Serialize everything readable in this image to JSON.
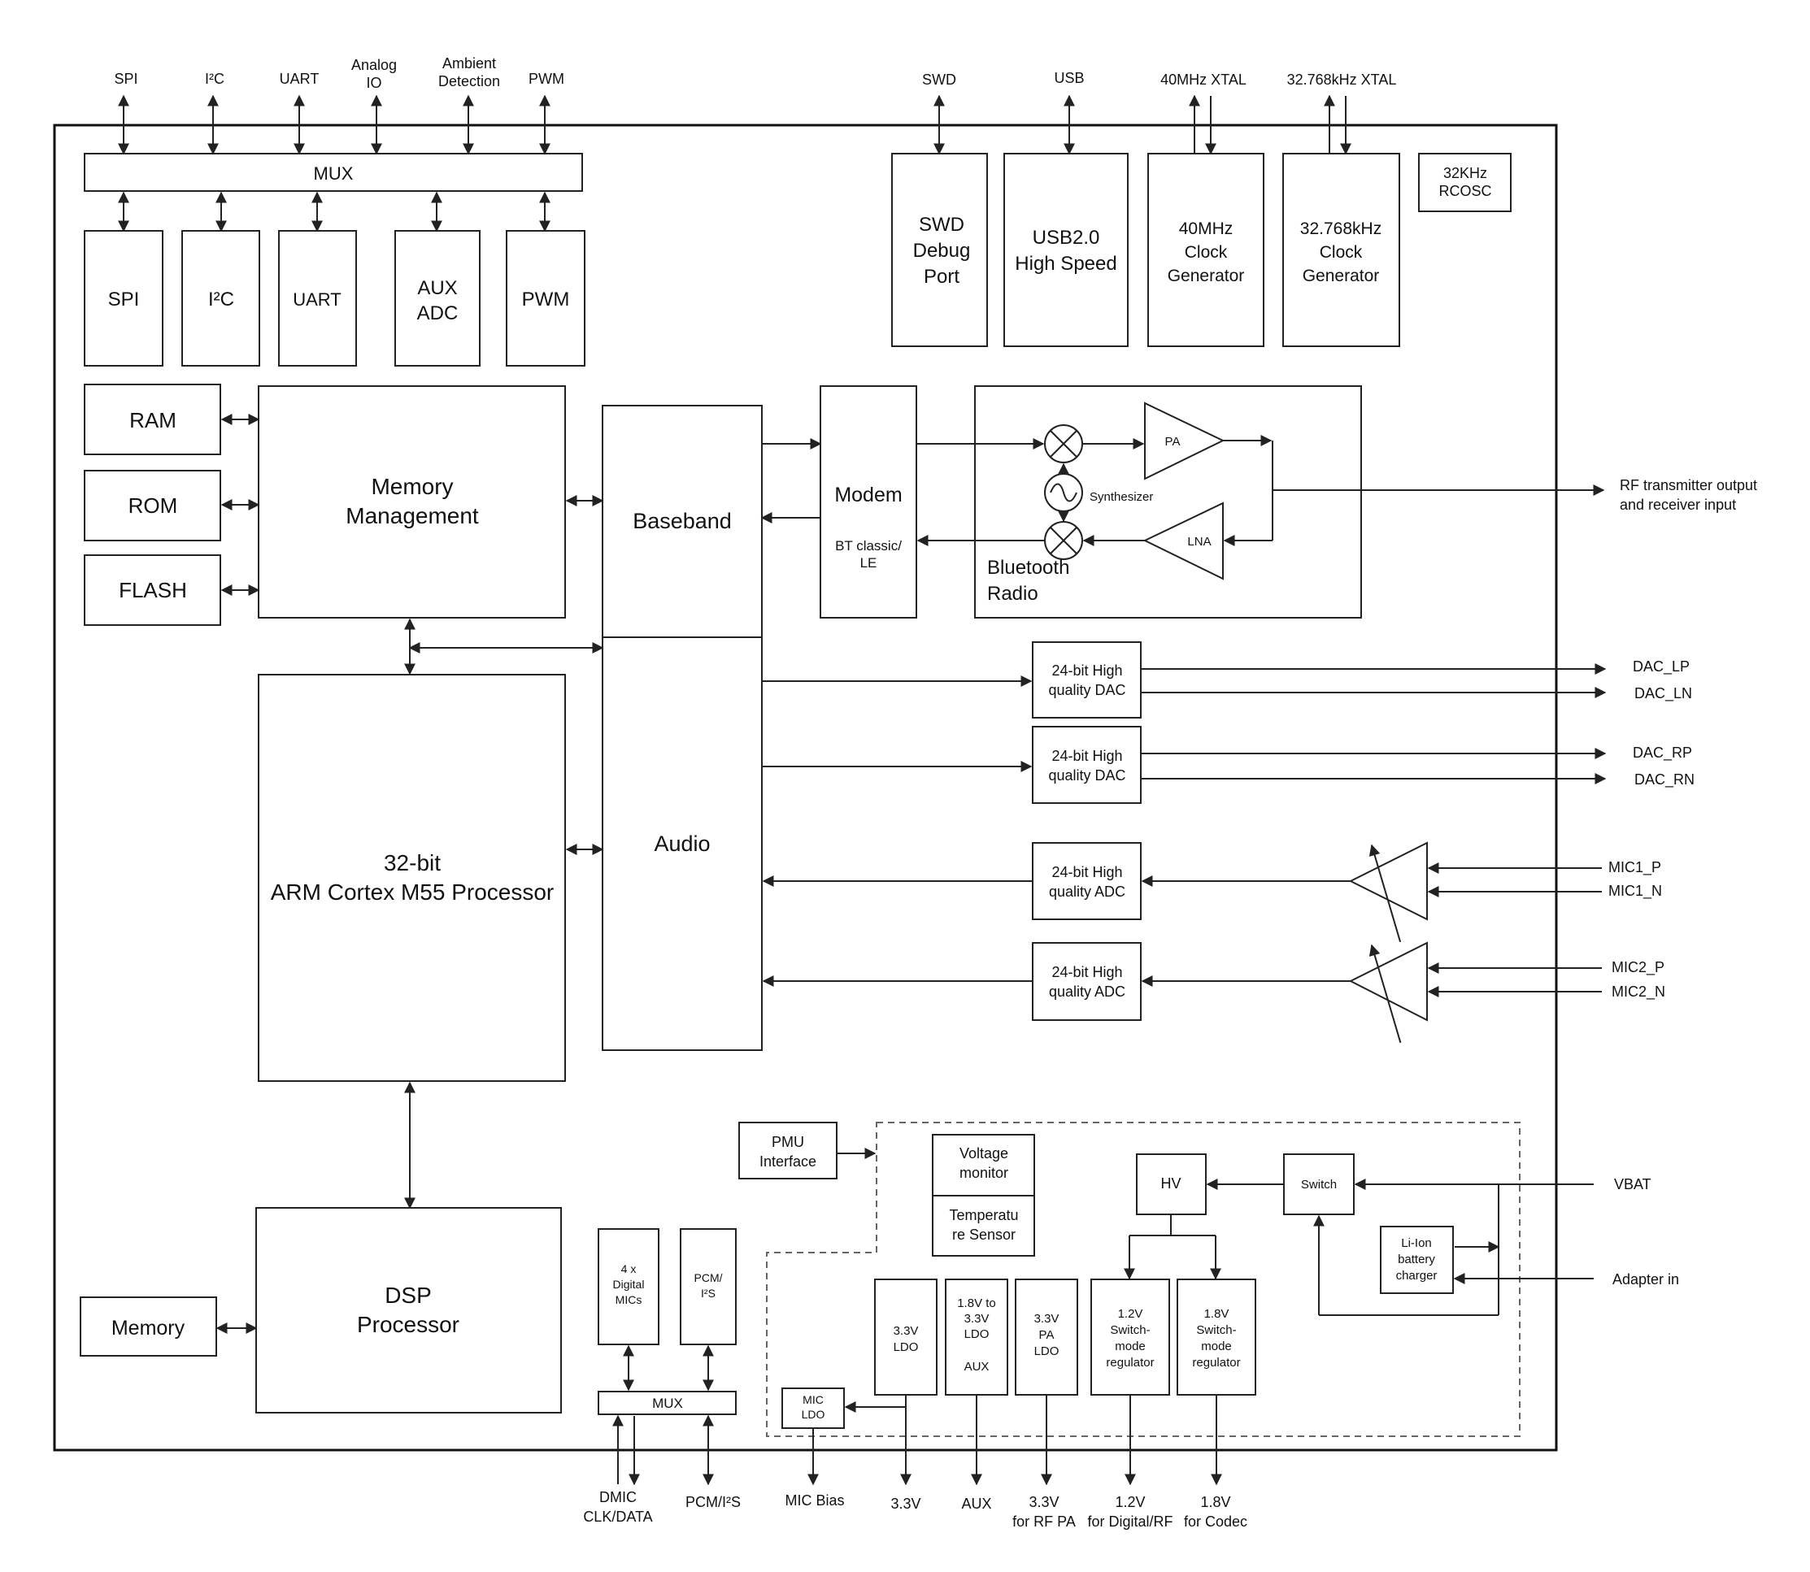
{
  "external_pins": {
    "top_left": [
      "SPI",
      "I²C",
      "UART",
      "Analog IO",
      "Ambient Detection",
      "PWM"
    ],
    "top_right": [
      "SWD",
      "USB",
      "40MHz XTAL",
      "32.768kHz XTAL"
    ],
    "right": [
      "RF transmitter output and receiver input",
      "DAC_LP",
      "DAC_LN",
      "DAC_RP",
      "DAC_RN",
      "MIC1_P",
      "MIC1_N",
      "MIC2_P",
      "MIC2_N",
      "VBAT",
      "Adapter in"
    ],
    "bottom": [
      "DMIC CLK/DATA",
      "PCM/I²S",
      "MIC Bias",
      "3.3V",
      "AUX",
      "3.3V for RF PA",
      "1.2V for Digital/RF",
      "1.8V for Codec"
    ]
  },
  "blocks": {
    "mux_top": "MUX",
    "spi": "SPI",
    "i2c": "I²C",
    "uart": "UART",
    "aux_adc": "AUX ADC",
    "pwm": "PWM",
    "swd": "SWD Debug Port",
    "usb": "USB2.0 High Speed",
    "clk40": "40MHz Clock Generator",
    "clk32": "32.768kHz Clock Generator",
    "rcosc": "32KHz RCOSC",
    "ram": "RAM",
    "rom": "ROM",
    "flash": "FLASH",
    "memory_mgmt": "Memory Management",
    "baseband": "Baseband",
    "audio": "Audio",
    "modem": "Modem",
    "modem_sub": "BT classic/ LE",
    "bt_radio": "Bluetooth Radio",
    "pa": "PA",
    "lna": "LNA",
    "synth": "Synthesizer",
    "cpu": "32-bit ARM Cortex M55 Processor",
    "dsp": "DSP Processor",
    "memory": "Memory",
    "dac": "24-bit High quality DAC",
    "adc": "24-bit High quality ADC",
    "pmu_if": "PMU Interface",
    "volt_mon": "Voltage monitor",
    "temp_sensor": "Temperature Sensor",
    "hv": "HV",
    "switch": "Switch",
    "charger": "Li-Ion battery charger",
    "digital_mics": "4 x Digital MICs",
    "pcm_i2s": "PCM/ I²S",
    "mux_bottom": "MUX",
    "mic_ldo": "MIC LDO",
    "ldo33": "3.3V LDO",
    "ldo_aux": "1.8V to 3.3V LDO AUX",
    "ldo_pa": "3.3V PA LDO",
    "reg12": "1.2V Switch-mode regulator",
    "reg18": "1.8V Switch-mode regulator"
  }
}
